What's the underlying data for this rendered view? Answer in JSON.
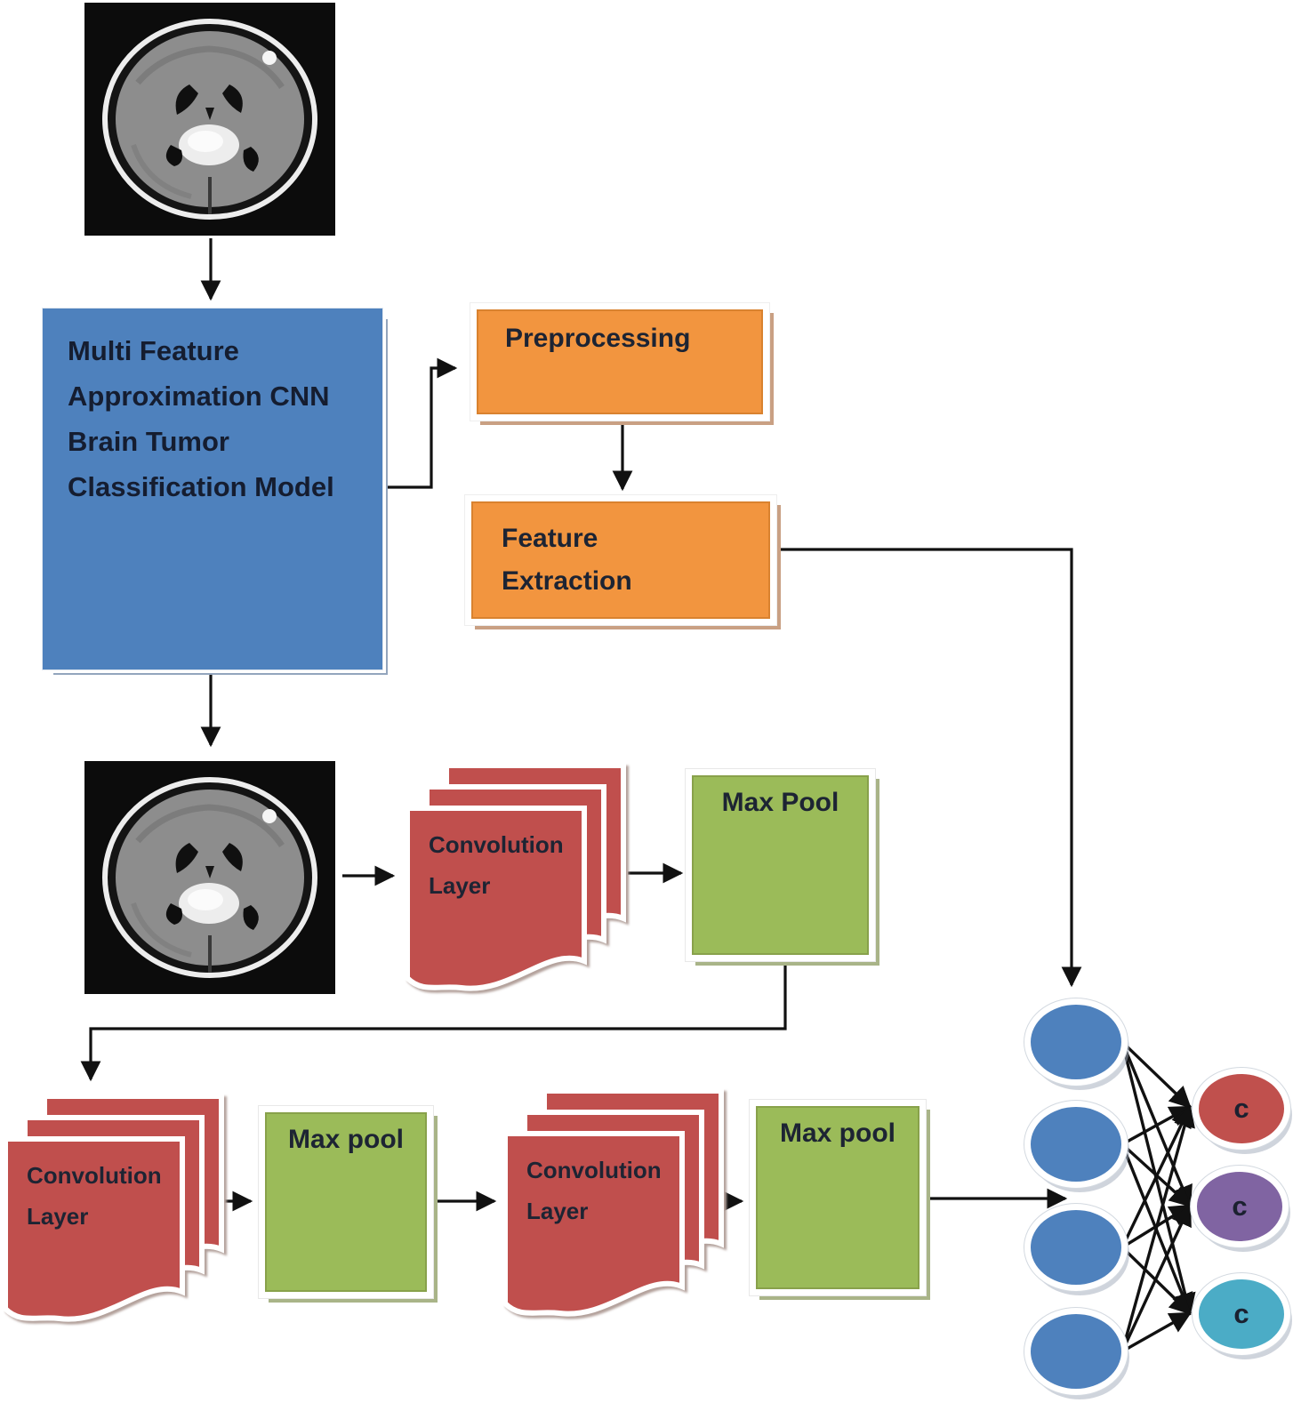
{
  "diagram": {
    "model_box": {
      "lines": [
        "Multi Feature",
        "Approximation CNN",
        "Brain Tumor",
        "Classification Model"
      ]
    },
    "preprocessing_label": "Preprocessing",
    "feature_extraction_lines": [
      "Feature",
      "Extraction"
    ],
    "mid_conv": {
      "line1": "Convolution",
      "line2": "Layer"
    },
    "mid_pool_label": "Max Pool",
    "bottom_conv1": {
      "line1": "Convolution",
      "line2": "Layer"
    },
    "bottom_pool1_label": "Max pool",
    "bottom_conv2": {
      "line1": "Convolution",
      "line2": "Layer"
    },
    "bottom_pool2_label": "Max pool",
    "hidden_nodes_count": 4,
    "outputs": [
      {
        "label": "c",
        "color": "#c0504d"
      },
      {
        "label": "c",
        "color": "#8064a2"
      },
      {
        "label": "c",
        "color": "#4bacc6"
      }
    ],
    "colors": {
      "model_blue": "#4e81bd",
      "process_orange": "#f2953f",
      "pool_green": "#9bbb59",
      "conv_red": "#c0504d",
      "node_blue": "#4e81bd",
      "arrow_black": "#111111"
    }
  }
}
